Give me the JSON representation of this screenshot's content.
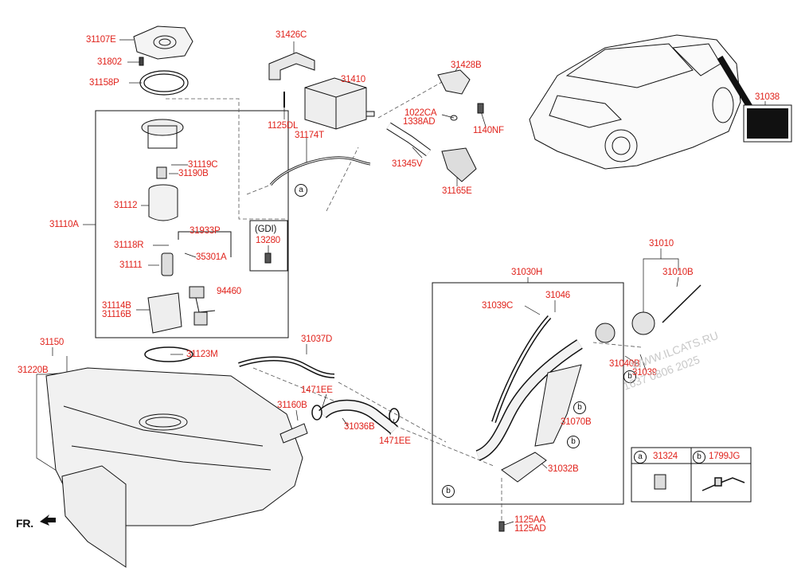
{
  "labels": {
    "p31107E": "31107E",
    "p31802": "31802",
    "p31158P": "31158P",
    "p31426C": "31426C",
    "p1125DL": "1125DL",
    "p31410": "31410",
    "p31428B": "31428B",
    "p1022CA": "1022CA",
    "p1338AD": "1338AD",
    "p1140NF": "1140NF",
    "p31174T": "31174T",
    "p31345V": "31345V",
    "p31165E": "31165E",
    "p31038": "31038",
    "p31119C": "31119C",
    "p31190B": "31190B",
    "p31112": "31112",
    "p31110A": "31110A",
    "p31933P": "31933P",
    "gdi": "(GDI)",
    "p13280": "13280",
    "p31118R": "31118R",
    "p35301A": "35301A",
    "p31111": "31111",
    "p94460": "94460",
    "p31114B": "31114B",
    "p31116B": "31116B",
    "p31010": "31010",
    "p31010B": "31010B",
    "p31030H": "31030H",
    "p31046": "31046",
    "p31039C": "31039C",
    "p31040B": "31040B",
    "p31039": "31039",
    "p31150": "31150",
    "p31123M": "31123M",
    "p31037D": "31037D",
    "p31220B": "31220B",
    "p1471EE_a": "1471EE",
    "p31160B": "31160B",
    "p31036B": "31036B",
    "p1471EE_b": "1471EE",
    "p31070B": "31070B",
    "p31032B": "31032B",
    "p1125AA": "1125AA",
    "p1125AD": "1125AD",
    "fr": "FR.",
    "legend_a_part": "31324",
    "legend_b_part": "1799JG"
  },
  "callouts": {
    "a": "a",
    "b": "b"
  },
  "watermark": {
    "line1": "WWW.ILCATS.RU",
    "line2": "1637 0806 2025"
  },
  "colors": {
    "label": "#e0231c",
    "line": "#111111",
    "leader": "#555555"
  }
}
